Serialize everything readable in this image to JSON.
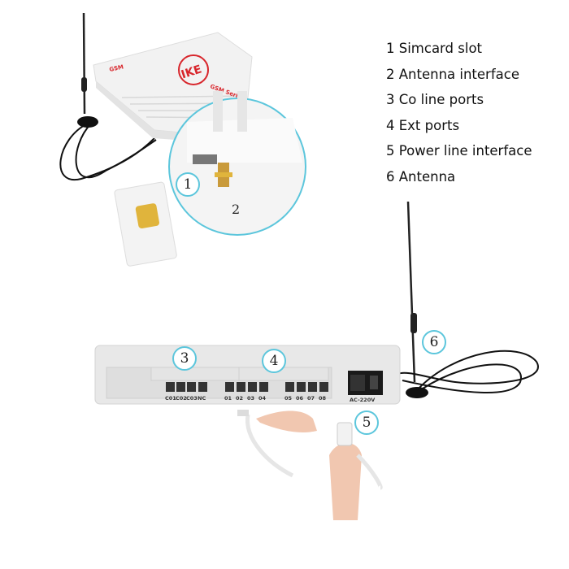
{
  "legend": [
    {
      "label": "1 Simcard slot"
    },
    {
      "label": "2 Antenna interface"
    },
    {
      "label": "3 Co line ports"
    },
    {
      "label": "4 Ext ports"
    },
    {
      "label": "5 Power line interface"
    },
    {
      "label": "6 Antenna"
    }
  ],
  "callouts": {
    "c1": "1",
    "c2": "2",
    "c3": "3",
    "c4": "4",
    "c5": "5",
    "c6": "6"
  },
  "device_top": {
    "brand": "IKE",
    "left_badge": "GSM",
    "series": "GSM Series"
  },
  "ports": [
    "C01",
    "C02",
    "C03",
    "NC",
    "01",
    "02",
    "03",
    "04",
    "05",
    "06",
    "07",
    "08"
  ],
  "power_label": "AC-220V",
  "colors": {
    "callout_ring": "#5cc6dc",
    "brand_red": "#d8262c",
    "chip_gold": "#e0b43c"
  }
}
